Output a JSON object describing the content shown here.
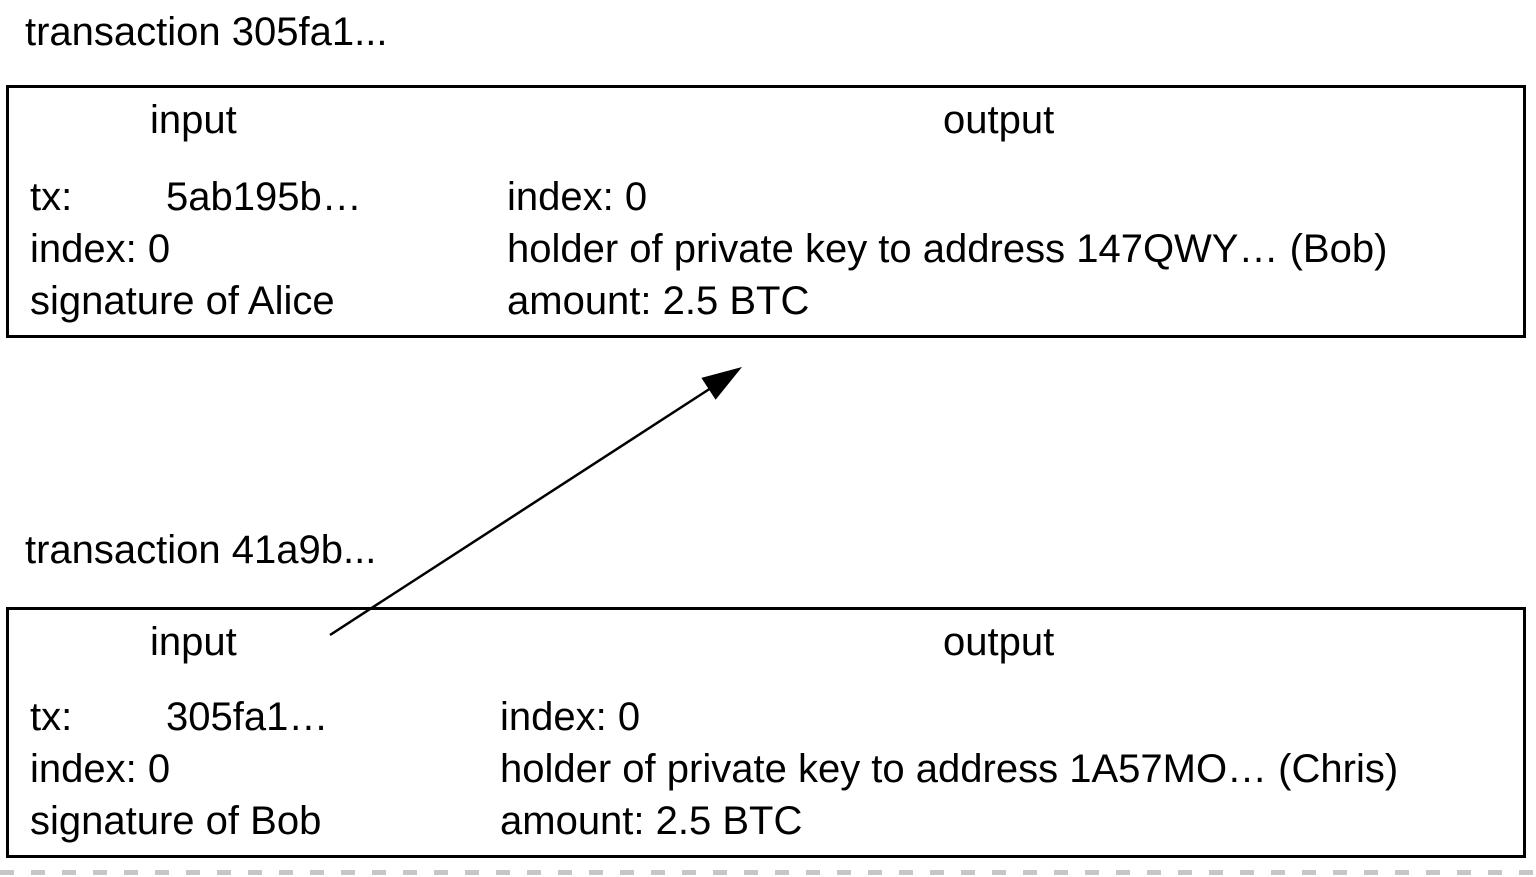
{
  "colors": {
    "background": "#ffffff",
    "text": "#000000",
    "border": "#000000",
    "arrow": "#000000"
  },
  "transactions": [
    {
      "title": "transaction 305fa1...",
      "input_header": "input",
      "output_header": "output",
      "input": {
        "tx_label": "tx:",
        "tx_value": "5ab195b…",
        "index": "index: 0",
        "signature": "signature of Alice"
      },
      "output": {
        "index": "index: 0",
        "holder": "holder of private key to address 147QWY… (Bob)",
        "amount": "amount: 2.5 BTC"
      }
    },
    {
      "title": "transaction 41a9b...",
      "input_header": "input",
      "output_header": "output",
      "input": {
        "tx_label": "tx:",
        "tx_value": "305fa1…",
        "index": "index: 0",
        "signature": "signature of Bob"
      },
      "output": {
        "index": "index: 0",
        "holder": "holder of private key to address 1A57MO… (Chris)",
        "amount": "amount: 2.5 BTC"
      }
    }
  ]
}
